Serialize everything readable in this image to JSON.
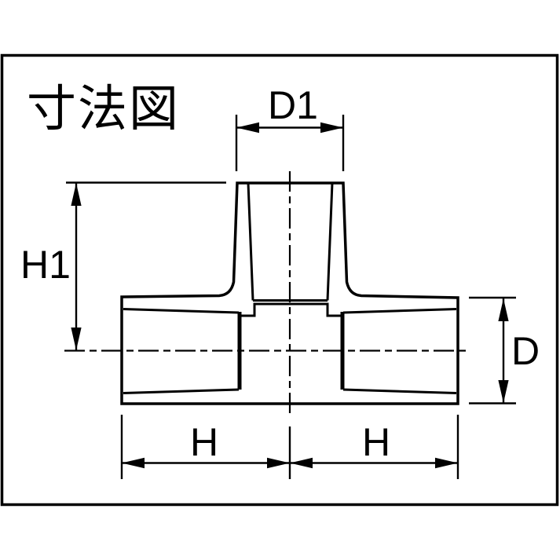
{
  "title": "寸法図",
  "dimension_labels": {
    "branch_width": "D1",
    "branch_height": "H1",
    "run_diameter": "D",
    "run_left_length": "H",
    "run_right_length": "H"
  },
  "colors": {
    "line": "#000000",
    "background": "#ffffff"
  }
}
